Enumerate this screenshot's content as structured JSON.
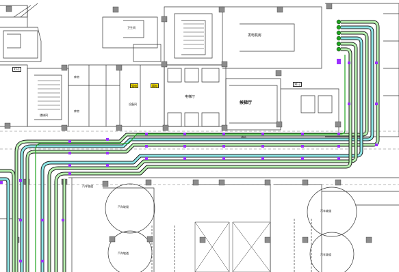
{
  "labels": {
    "room_top_center": "卫生间",
    "room_top_right": "发电机房",
    "room_left_stair": "楼梯间",
    "room_center_hall": "电梯厅",
    "room_right_hall": "候梯厅",
    "room_left_1": "库房",
    "room_left_2": "库房",
    "room_center_1": "设备间",
    "room_bottom_left": "汽车坡道",
    "room_bottom_c1": "汽车坡道",
    "room_bottom_c2": "汽车坡道",
    "room_bottom_right": "汽车坡道",
    "room_bottom_r1": "汽车坡道",
    "tag_1": "XF-1",
    "tag_2": "XF-2",
    "pipe_label": "消防",
    "yellow_1": "强电",
    "yellow_2": "弱电"
  },
  "colors": {
    "pipe_outer_green": "#1fa31f",
    "pipe_fill_lightgreen": "#b8f0b0",
    "pipe_outer_teal": "#148a8a",
    "pipe_fill_cyan": "#8fe6e6",
    "pipe_dark": "#1a1a1a",
    "hanger_purple": "#9b30ff",
    "column_gray": "#8c8c8c",
    "wall": "#333333",
    "dashed_axis": "#707070"
  }
}
